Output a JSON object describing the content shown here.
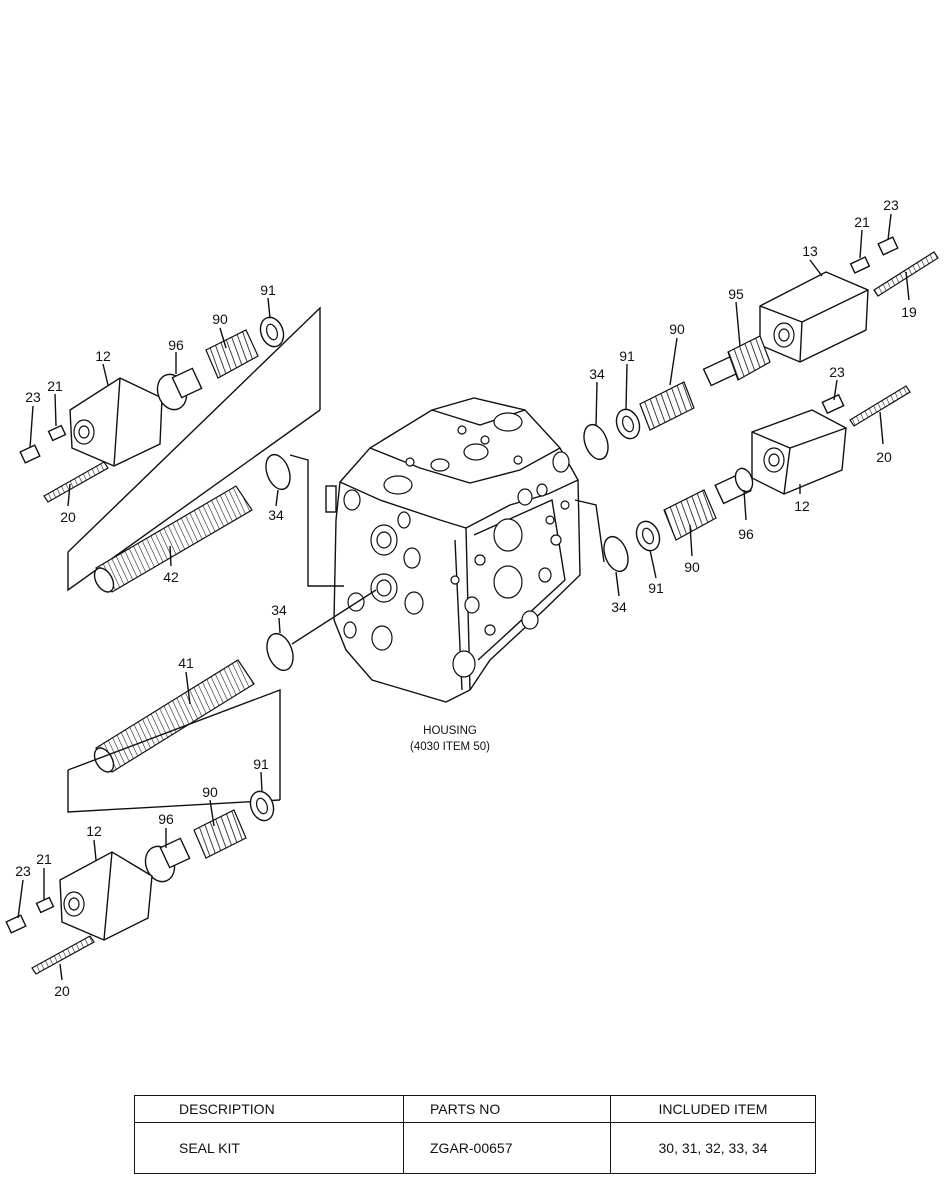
{
  "diagram": {
    "housing_label": [
      "HOUSING",
      "(4030 ITEM 50)"
    ],
    "callouts": {
      "r_23a": "23",
      "r_21": "21",
      "r_13": "13",
      "r_19": "19",
      "r_95": "95",
      "r_90a": "90",
      "r_91a": "91",
      "r_34a": "34",
      "r_23b": "23",
      "r_20": "20",
      "r_12": "12",
      "r_96": "96",
      "r_90b": "90",
      "r_91b": "91",
      "r_34b": "34",
      "ul_91": "91",
      "ul_90": "90",
      "ul_96": "96",
      "ul_12": "12",
      "ul_23": "23",
      "ul_21": "21",
      "ul_20": "20",
      "ul_34": "34",
      "ul_42": "42",
      "ml_34": "34",
      "ml_41": "41",
      "ll_91": "91",
      "ll_90": "90",
      "ll_96": "96",
      "ll_12": "12",
      "ll_23": "23",
      "ll_21": "21",
      "ll_20": "20"
    }
  },
  "table": {
    "headers": [
      "DESCRIPTION",
      "PARTS NO",
      "INCLUDED ITEM"
    ],
    "row": [
      "SEAL KIT",
      "ZGAR-00657",
      "30, 31, 32, 33, 34"
    ]
  }
}
